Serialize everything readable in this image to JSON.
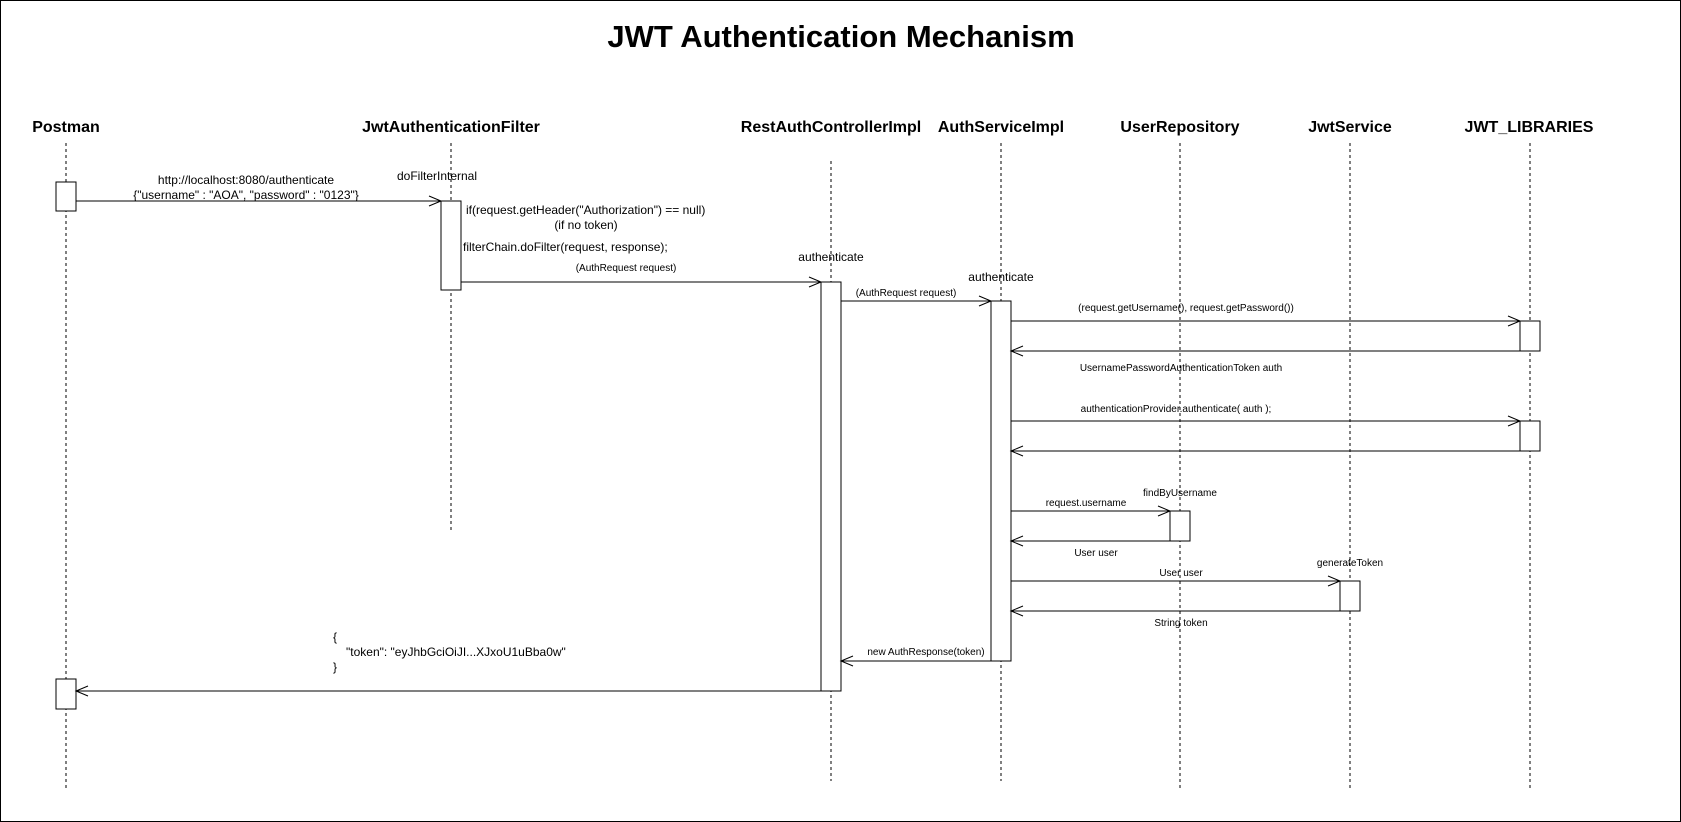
{
  "diagram": {
    "title": "JWT Authentication Mechanism",
    "participants": [
      {
        "id": "postman",
        "label": "Postman"
      },
      {
        "id": "filter",
        "label": "JwtAuthenticationFilter"
      },
      {
        "id": "controller",
        "label": "RestAuthControllerImpl"
      },
      {
        "id": "service",
        "label": "AuthServiceImpl"
      },
      {
        "id": "repository",
        "label": "UserRepository"
      },
      {
        "id": "jwtservice",
        "label": "JwtService"
      },
      {
        "id": "jwtlib",
        "label": "JWT_LIBRARIES"
      }
    ],
    "operations": {
      "do_filter_internal": "doFilterInternal",
      "controller_authenticate": "authenticate",
      "service_authenticate": "authenticate",
      "find_by_username": "findByUsername",
      "generate_token": "generateToken"
    },
    "notes": {
      "request_url": "http://localhost:8080/authenticate",
      "request_body": "{\"username\" : \"AOA\", \"password\" : \"0123\"}",
      "header_check": "if(request.getHeader(\"Authorization\") == null)",
      "no_token": "(if no token)",
      "filter_chain": "filterChain.doFilter(request, response);",
      "response_open": "{",
      "response_token": "\"token\": \"eyJhbGciOiJI...XJxoU1uBba0w\"",
      "response_close": "}"
    },
    "messages": {
      "filter_to_controller": "(AuthRequest request)",
      "controller_to_service": "(AuthRequest request)",
      "credentials": "(request.getUsername(), request.getPassword())",
      "auth_token_return": "UsernamePasswordAuthenticationToken auth",
      "provider_authenticate": "authenticationProvider.authenticate( auth );",
      "request_username": "request.username",
      "user_return": "User user",
      "generate_user": "User user",
      "token_return": "String token",
      "auth_response": "new AuthResponse(token)"
    }
  }
}
